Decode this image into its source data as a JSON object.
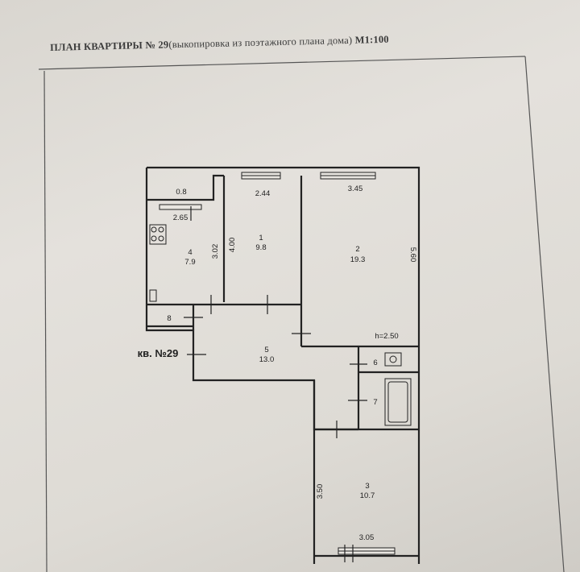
{
  "document": {
    "title_bold": "ПЛАН КВАРТИРЫ № 29",
    "title_note": "(выкопировка из поэтажного плана дома)",
    "title_scale": "М1:100"
  },
  "plan": {
    "apartment_label": "кв. №29",
    "ceiling_height": "h=2.50",
    "rooms": [
      {
        "number": "1",
        "area": "9.8"
      },
      {
        "number": "2",
        "area": "19.3"
      },
      {
        "number": "3",
        "area": "10.7"
      },
      {
        "number": "4",
        "area": "7.9"
      },
      {
        "number": "5",
        "area": "13.0"
      },
      {
        "number": "6",
        "area": ""
      },
      {
        "number": "7",
        "area": ""
      },
      {
        "number": "8",
        "area": ""
      }
    ],
    "dimensions": {
      "balcony_depth": "0.8",
      "kitchen_width": "2.65",
      "kitchen_length": "3.02",
      "room1_width": "2.44",
      "room1_length": "4.00",
      "room2_width": "3.45",
      "room2_length": "5.60",
      "room3_length": "3.50",
      "room3_width": "3.05"
    }
  }
}
